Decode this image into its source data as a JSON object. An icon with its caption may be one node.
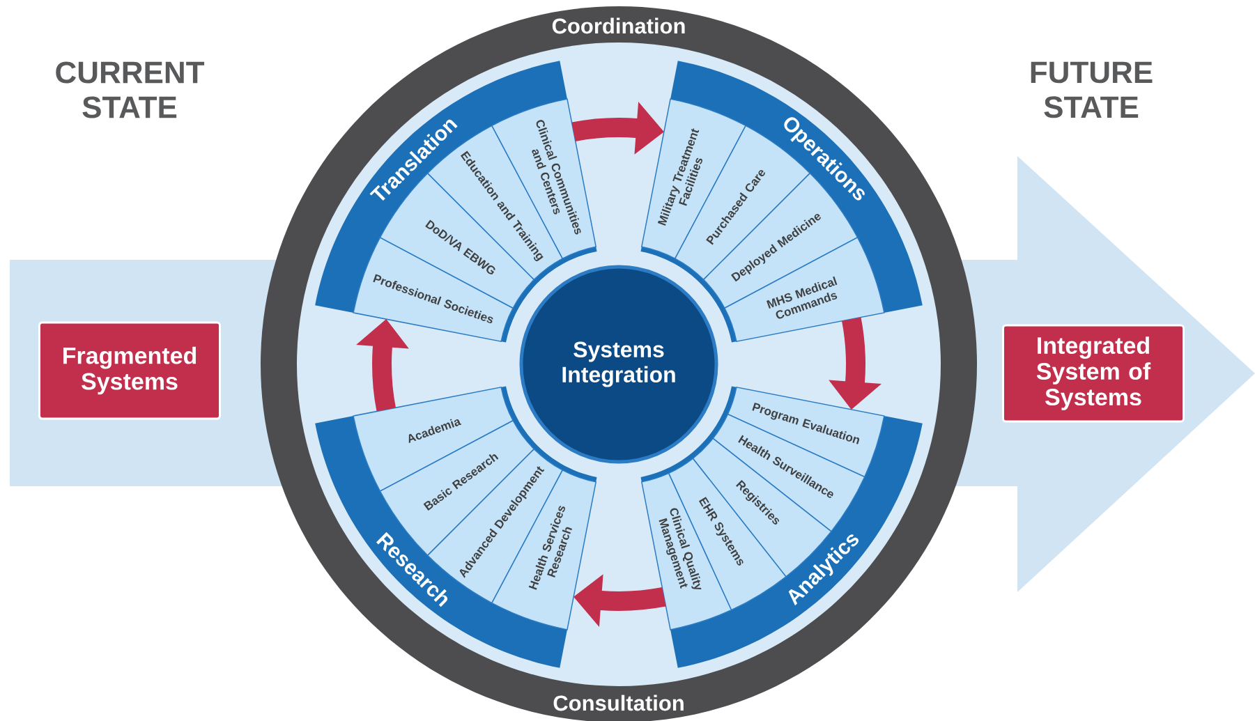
{
  "diagram": {
    "nodes": [
      {
        "text": [
          "Fragmented Systems"
        ]
      },
      {
        "text": [
          "Integrated System of Systems"
        ]
      },
      {
        "text": [
          "Systems Integration"
        ]
      },
      {
        "text": [
          "Translation"
        ]
      },
      {
        "text": [
          "Professional Societies"
        ],
        "in": 3
      },
      {
        "text": [
          "DoD/VA EBWG"
        ],
        "in": 3
      },
      {
        "text": [
          "Education and Training"
        ],
        "in": 3
      },
      {
        "text": [
          "Clinical Communities and Centers"
        ],
        "in": 3
      },
      {
        "text": [
          "Operations"
        ]
      },
      {
        "text": [
          "Military Treatment Facilities"
        ],
        "in": 8
      },
      {
        "text": [
          "Purchased Care"
        ],
        "in": 8
      },
      {
        "text": [
          "Deployed Medicine"
        ],
        "in": 8
      },
      {
        "text": [
          "MHS Medical Commands"
        ],
        "in": 8
      },
      {
        "text": [
          "Analytics"
        ]
      },
      {
        "text": [
          "Program Evaluation"
        ],
        "in": 13
      },
      {
        "text": [
          "Health Surveillance"
        ],
        "in": 13
      },
      {
        "text": [
          "Registries"
        ],
        "in": 13
      },
      {
        "text": [
          "EHR Systems"
        ],
        "in": 13
      },
      {
        "text": [
          "Clinical Quality Management"
        ],
        "in": 13
      },
      {
        "text": [
          "Research"
        ]
      },
      {
        "text": [
          "Academia"
        ],
        "in": 19
      },
      {
        "text": [
          "Basic Research"
        ],
        "in": 19
      },
      {
        "text": [
          "Advanced Development"
        ],
        "in": 19
      },
      {
        "text": [
          "Health Services Research"
        ],
        "in": 19
      }
    ],
    "edges": [
      {
        "from": 0,
        "to": 1,
        "arrow": "to"
      },
      {
        "from": 3,
        "to": 8,
        "arrow": "to"
      },
      {
        "from": 8,
        "to": 13,
        "arrow": "to"
      },
      {
        "from": 13,
        "to": 19,
        "arrow": "to"
      },
      {
        "from": 19,
        "to": 3,
        "arrow": "to"
      }
    ],
    "labels": [
      "CURRENT STATE",
      "FUTURE STATE",
      "Coordination",
      "Consultation"
    ]
  }
}
